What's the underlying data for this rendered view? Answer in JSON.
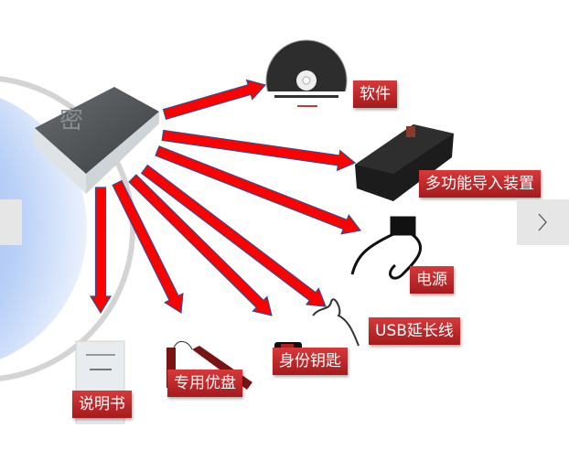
{
  "diagram": {
    "center_item": "box",
    "items": [
      {
        "id": "software",
        "label": "软件"
      },
      {
        "id": "import-device",
        "label": "多功能导入装置"
      },
      {
        "id": "power",
        "label": "电源"
      },
      {
        "id": "usb-cable",
        "label": "USB延长线"
      },
      {
        "id": "id-key",
        "label": "身份钥匙"
      },
      {
        "id": "udisk",
        "label": "专用优盘"
      },
      {
        "id": "manual",
        "label": "说明书"
      }
    ],
    "seal_char": "密"
  },
  "carousel": {
    "prev_icon": "chevron-left-icon",
    "next_icon": "chevron-right-icon"
  },
  "colors": {
    "arrow": "#ff0000",
    "arrow_outline": "#3a4a8a",
    "label_bg": "#c0292b"
  }
}
